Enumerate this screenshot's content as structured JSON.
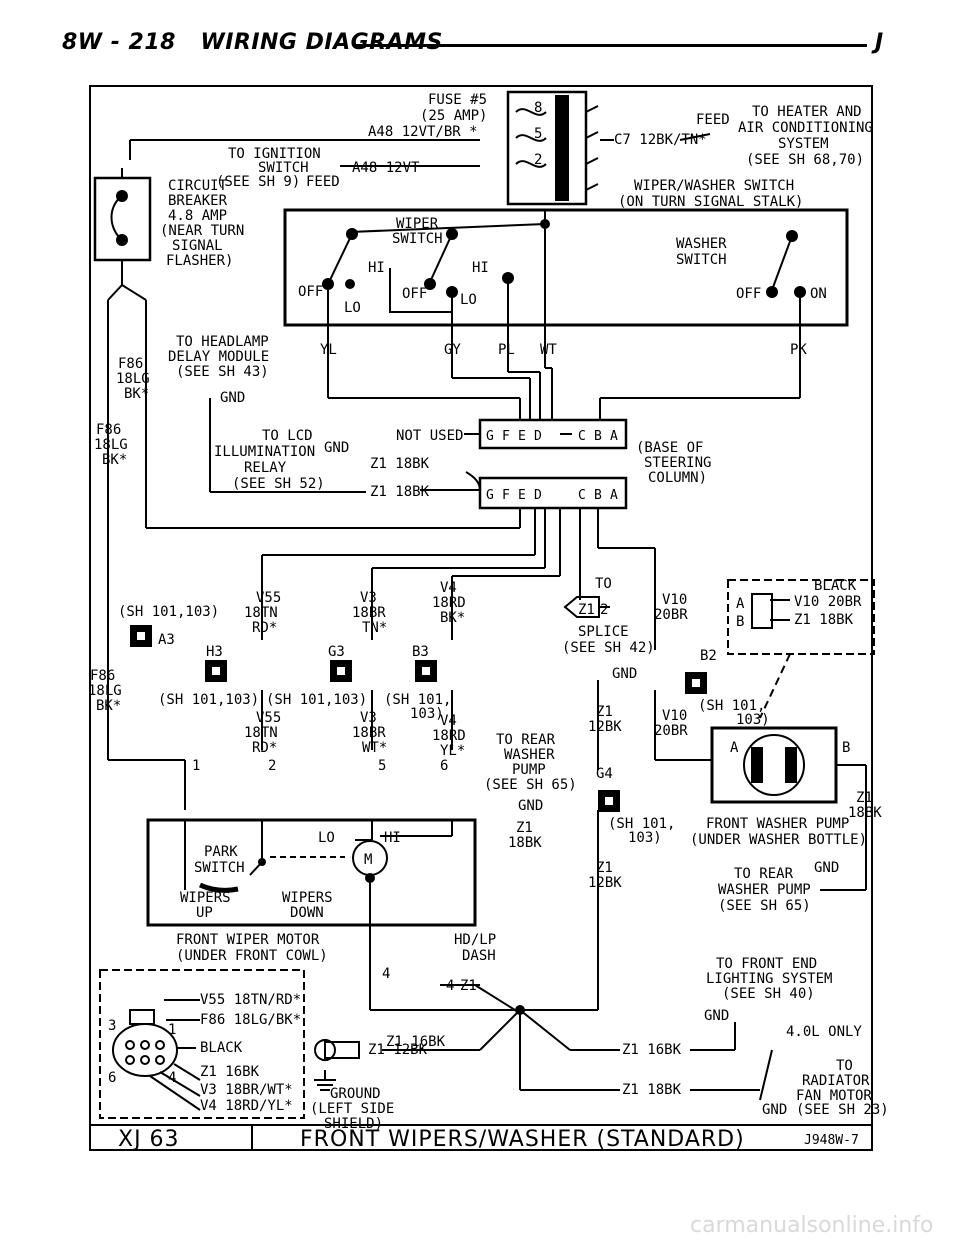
{
  "header": {
    "page": "8W - 218",
    "section": "WIRING DIAGRAMS",
    "letter": "J"
  },
  "footer": {
    "model": "XJ 63",
    "title": "FRONT WIPERS/WASHER (STANDARD)",
    "code": "J948W-7"
  },
  "watermark": "carmanualsonline.info",
  "labels": {
    "fuse_l1": "FUSE #5",
    "fuse_l2": "(25 AMP)",
    "fuse_pin8": "8",
    "fuse_pin5": "5",
    "fuse_pin2": "2",
    "a48_bk": "A48 12VT/BR *",
    "ign_l1": "TO IGNITION",
    "ign_l2": "SWITCH",
    "ign_l3": "(SEE SH 9)",
    "feed_left": "FEED",
    "a48": "A48 12VT",
    "feed_right": "FEED",
    "c7": "C7 12BK/TN*",
    "heat_l1": "TO HEATER AND",
    "heat_l2": "AIR CONDITIONING",
    "heat_l3": "SYSTEM",
    "heat_l4": "(SEE SH 68,70)",
    "ws_l1": "WIPER/WASHER SWITCH",
    "ws_l2": "(ON TURN SIGNAL STALK)",
    "cb_l1": "CIRCUIT",
    "cb_l2": "BREAKER",
    "cb_l3": "4.8 AMP",
    "cb_l4": "(NEAR TURN",
    "cb_l5": "SIGNAL",
    "cb_l6": "FLASHER)",
    "wiper_sw_l1": "WIPER",
    "wiper_sw_l2": "SWITCH",
    "hi1": "HI",
    "hi2": "HI",
    "off1": "OFF",
    "off2": "OFF",
    "lo1": "LO",
    "lo2": "LO",
    "washer_sw_l1": "WASHER",
    "washer_sw_l2": "SWITCH",
    "off3": "OFF",
    "on": "ON",
    "yl": "YL",
    "gy": "GY",
    "pl": "PL",
    "wt": "WT",
    "pk": "PK",
    "hl_l1": "TO HEADLAMP",
    "hl_l2": "DELAY MODULE",
    "hl_l3": "(SEE SH 43)",
    "f86a_l1": "F86",
    "f86a_l2": "18LG",
    "f86a_l3": "BK*",
    "gnd1": "GND",
    "f86b_l1": "F86",
    "f86b_l2": "18LG",
    "f86b_l3": "BK*",
    "lcd_l1": "TO LCD",
    "lcd_l2": "ILLUMINATION",
    "lcd_gnd": "GND",
    "lcd_l3": "RELAY",
    "lcd_l4": "(SEE SH 52)",
    "z1_18bk_a": "Z1 18BK",
    "z1_18bk_b": "Z1 18BK",
    "not_used": "NOT USED",
    "conn_g": "G",
    "conn_f": "F",
    "conn_e": "E",
    "conn_d": "D",
    "conn_c": "C",
    "conn_b": "B",
    "conn_a": "A",
    "base_l1": "(BASE OF",
    "base_l2": "STEERING",
    "base_l3": "COLUMN)",
    "v55_l1": "V55",
    "v55_l2": "18TN",
    "v55_l3": "RD*",
    "v3_l1": "V3",
    "v3_l2": "18BR",
    "v3_l3": "TN*",
    "v4_l1": "V4",
    "v4_l2": "18RD",
    "v4_l3": "BK*",
    "sh_a": "(SH 101,103)",
    "a3": "A3",
    "h3": "H3",
    "g3": "G3",
    "b3": "B3",
    "f86c_l1": "F86",
    "f86c_l2": "18LG",
    "f86c_l3": "BK*",
    "sh_b": "(SH 101,103)",
    "sh_c": "(SH 101,103)",
    "sh_d1": "(SH 101,",
    "sh_d2": "103)",
    "v55b_l1": "V55",
    "v55b_l2": "18TN",
    "v55b_l3": "RD*",
    "v3b_l1": "V3",
    "v3b_l2": "18BR",
    "v3b_l3": "WT*",
    "v4b_l1": "V4",
    "v4b_l2": "18RD",
    "v4b_l3": "YL*",
    "p1": "1",
    "p2": "2",
    "p5": "5",
    "p6": "6",
    "to": "TO",
    "splice_z1": "Z1",
    "splice_2": "2",
    "splice_l1": "SPLICE",
    "splice_l2": "(SEE SH 42)",
    "gnd2": "GND",
    "v10_l1": "V10",
    "v10_l2": "20BR",
    "b2": "B2",
    "z1c_l1": "Z1",
    "z1c_l2": "12BK",
    "sh_e1": "(SH 101,",
    "sh_e2": "103)",
    "v10b_l1": "V10",
    "v10b_l2": "20BR",
    "rwp_l1": "TO REAR",
    "rwp_l2": "WASHER",
    "rwp_l3": "PUMP",
    "rwp_l4": "(SEE SH 65)",
    "gnd3": "GND",
    "z1d_l1": "Z1",
    "z1d_l2": "18BK",
    "g4": "G4",
    "sh_f1": "(SH 101,",
    "sh_f2": "103)",
    "z1e_l1": "Z1",
    "z1e_l2": "12BK",
    "black_a": "BLACK",
    "v10_20br": "V10 20BR",
    "z1_18bk_c": "Z1 18BK",
    "pa": "A",
    "pb": "B",
    "pa2": "A",
    "pb2": "B",
    "fwp_l1": "FRONT WASHER PUMP",
    "fwp_l2": "(UNDER WASHER BOTTLE)",
    "z1f_l1": "Z1",
    "z1f_l2": "18BK",
    "trwp_l1": "TO REAR",
    "trwp_gnd": "GND",
    "trwp_l2": "WASHER PUMP",
    "trwp_l3": "(SEE SH 65)",
    "lo3": "LO",
    "hi3": "HI",
    "m": "M",
    "park_l1": "PARK",
    "park_l2": "SWITCH",
    "wipers_up_l1": "WIPERS",
    "wipers_up_l2": "UP",
    "wipers_dn_l1": "WIPERS",
    "wipers_dn_l2": "DOWN",
    "fwm_l1": "FRONT WIPER MOTOR",
    "fwm_l2": "(UNDER FRONT COWL)",
    "hdlp_l1": "HD/LP",
    "hdlp_l2": "DASH",
    "c4": "4",
    "c4z1": "4",
    "c4z1b": "Z1",
    "v55_leg": "V55 18TN/RD*",
    "f86_leg": "F86 18LG/BK*",
    "c3": "3",
    "c1": "1",
    "black_b": "BLACK",
    "z1_16bk_leg": "Z1 16BK",
    "c6": "6",
    "c4b": "4",
    "v3_leg": "V3 18BR/WT*",
    "v4_leg": "V4 18RD/YL*",
    "z1_16bk_a": "Z1 16BK",
    "z1_12bk": "Z1 12BK",
    "z1_16bk_b": "Z1 16BK",
    "z1_18bk_d": "Z1 18BK",
    "gnd_l1": "GROUND",
    "gnd_l2": "(LEFT SIDE",
    "gnd_l3": "SHIELD)",
    "fe_l1": "TO FRONT END",
    "fe_l2": "LIGHTING SYSTEM",
    "fe_l3": "(SEE SH 40)",
    "gnd4": "GND",
    "only40": "4.0L ONLY",
    "rad_l1": "TO",
    "rad_l2": "RADIATOR",
    "rad_l3": "FAN MOTOR",
    "rad_gnd": "GND",
    "rad_l4": "(SEE SH 23)"
  }
}
